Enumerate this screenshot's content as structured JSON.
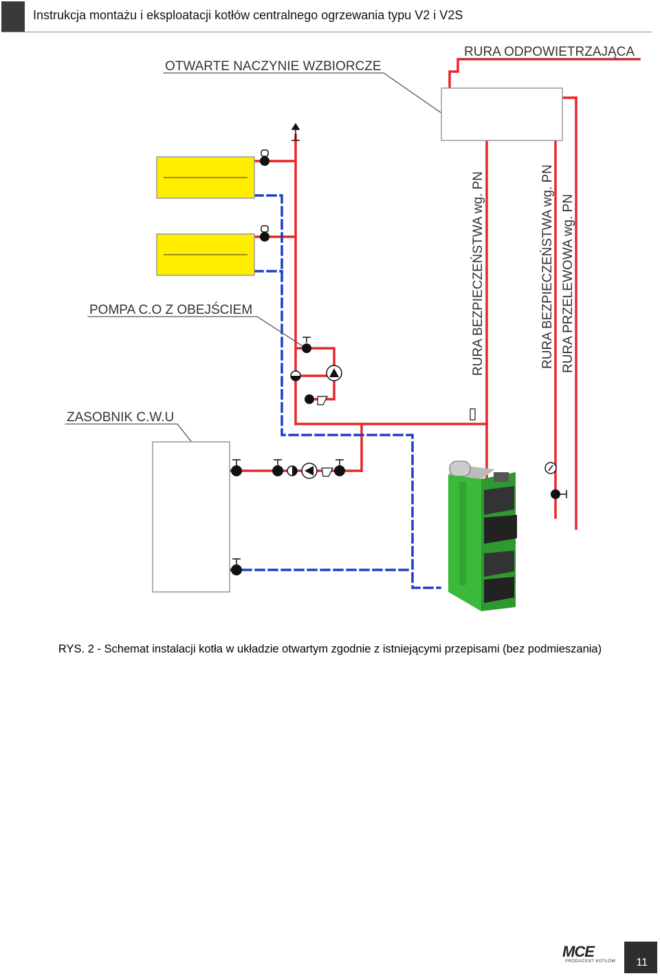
{
  "header": {
    "title": "Instrukcja montażu i eksploatacji kotłów centralnego ogrzewania typu V2 i V2S"
  },
  "diagram": {
    "labels": {
      "expansion_vessel": "OTWARTE NACZYNIE WZBIORCZE",
      "vent_pipe": "RURA ODPOWIETRZAJĄCA",
      "pump": "POMPA C.O Z OBEJŚCIEM",
      "dhw_tank": "ZASOBNIK C.W.U",
      "safety_pipe_1": "RURA BEZPIECZEŃSTWA wg. PN",
      "safety_pipe_2": "RURA BEZPIECZEŃSTWA wg. PN",
      "overflow_pipe": "RURA PRZELEWOWA wg. PN"
    },
    "colors": {
      "supply": "#e8262a",
      "return": "#1f3ec4",
      "radiator": "#ffee00",
      "boiler": "#3cb83a"
    }
  },
  "caption": "RYS. 2 - Schemat instalacji kotła w układzie otwartym zgodnie z istniejącymi przepisami (bez podmieszania)",
  "footer": {
    "logo": "MCE",
    "logo_sub": "PRODUCENT KOTŁÓW",
    "page_number": "11"
  }
}
